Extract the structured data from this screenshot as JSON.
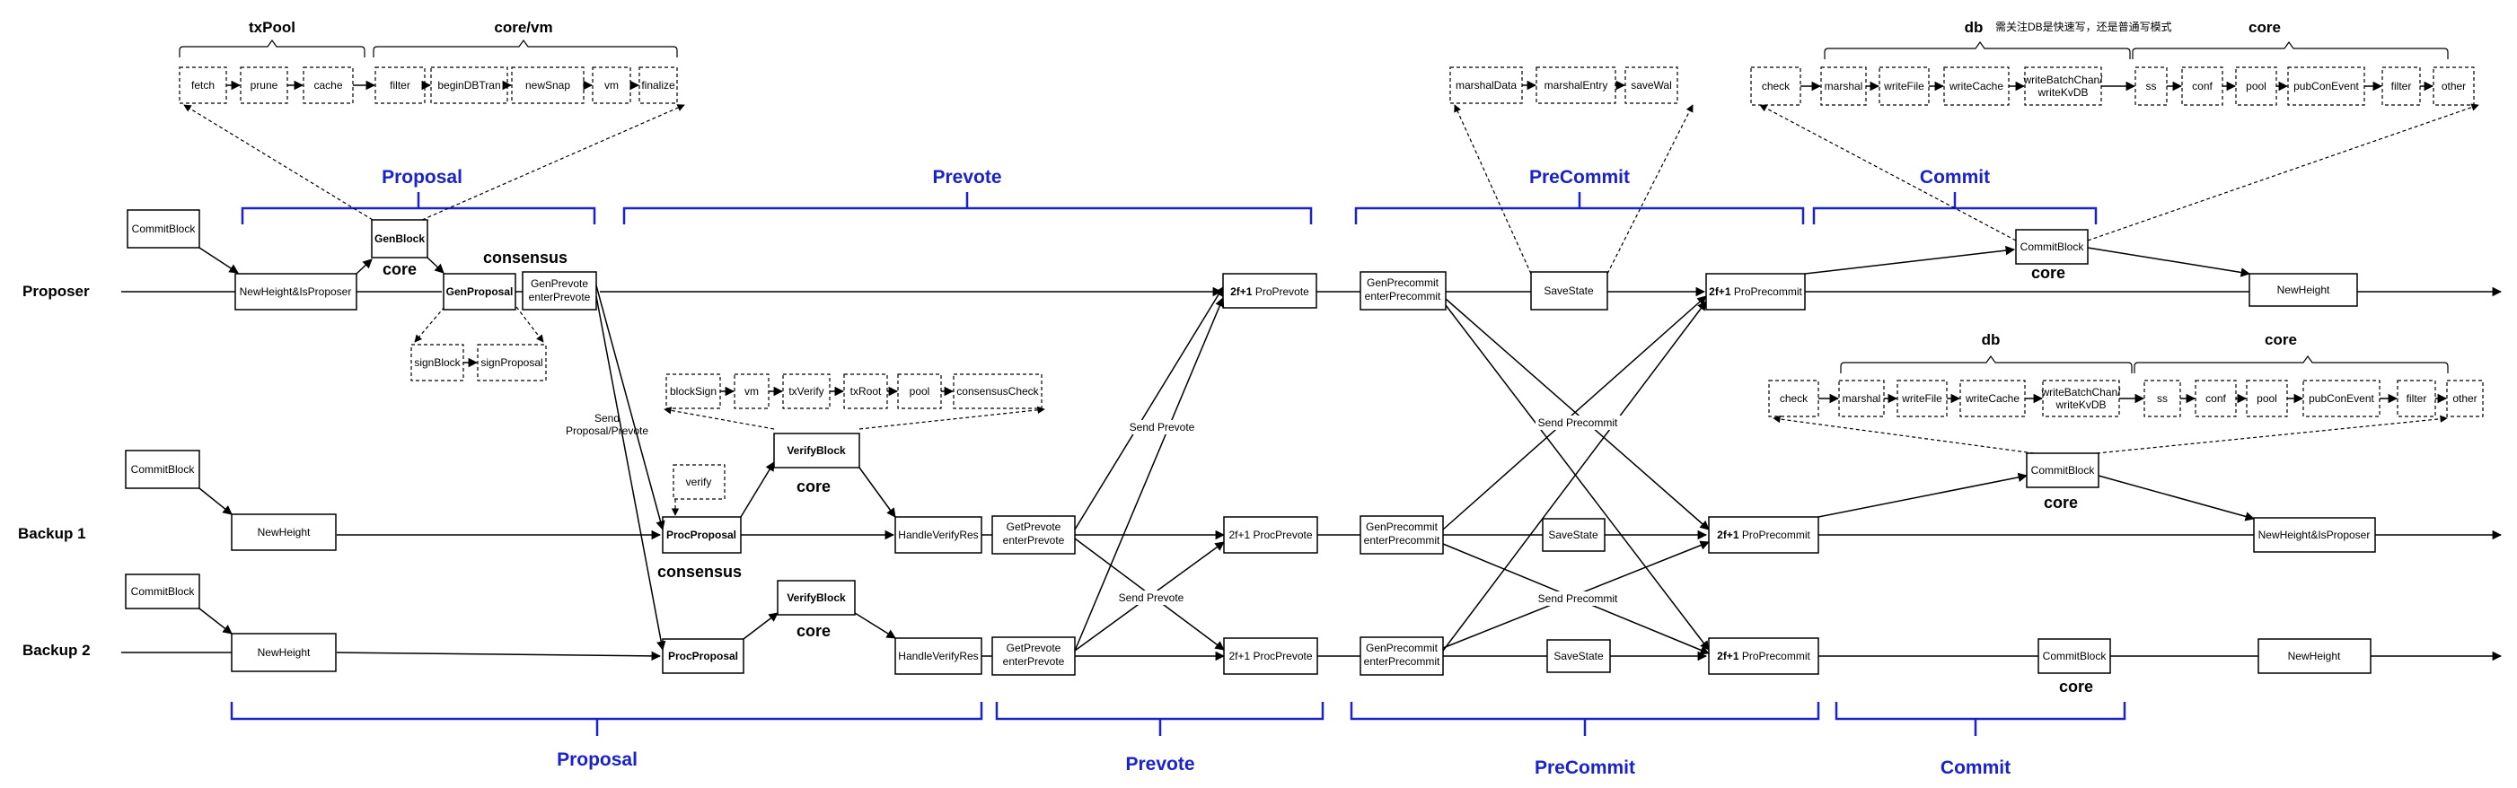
{
  "rows": {
    "proposer": "Proposer",
    "backup1": "Backup 1",
    "backup2": "Backup 2"
  },
  "phases": {
    "top_proposal": "Proposal",
    "top_prevote": "Prevote",
    "top_precommit": "PreCommit",
    "top_commit": "Commit",
    "bottom_proposal": "Proposal",
    "bottom_prevote": "Prevote",
    "bottom_precommit": "PreCommit",
    "bottom_commit": "Commit"
  },
  "groups": {
    "txpool": "txPool",
    "corevm": "core/vm",
    "db_top": "db",
    "db_note": "需关注DB是快速写，还是普通写模式",
    "core_top": "core",
    "db_mid": "db",
    "core_mid": "core"
  },
  "labels": {
    "core_genblock": "core",
    "consensus_top": "consensus",
    "core_verify1": "core",
    "consensus_b1": "consensus",
    "core_verify2": "core",
    "core_commit_p": "core",
    "core_commit_b1": "core",
    "core_commit_b2": "core"
  },
  "annotations": {
    "send_proposal": [
      "Send",
      "Proposal/Prevote"
    ],
    "send_prevote_1": "Send Prevote",
    "send_prevote_2": "Send Prevote",
    "send_precommit_1": "Send Precommit",
    "send_precommit_2": "Send Precommit"
  },
  "txpool_steps": [
    "fetch",
    "prune",
    "cache"
  ],
  "corevm_steps": [
    "filter",
    "beginDBTran",
    "newSnap",
    "vm",
    "finalize"
  ],
  "savestate_steps": [
    "marshalData",
    "marshalEntry",
    "saveWal"
  ],
  "commit_steps_top": [
    "check",
    "marshal",
    "writeFile",
    "writeCache",
    "writeBatchChan/ writeKvDB",
    "ss",
    "conf",
    "pool",
    "pubConEvent",
    "filter",
    "other"
  ],
  "commit_steps_mid": [
    "check",
    "marshal",
    "writeFile",
    "writeCache",
    "writeBatchChan/ writeKvDB",
    "ss",
    "conf",
    "pool",
    "pubConEvent",
    "filter",
    "other"
  ],
  "verify_steps": [
    "blockSign",
    "vm",
    "txVerify",
    "txRoot",
    "pool",
    "consensusCheck"
  ],
  "sign_steps": [
    "signBlock",
    "signProposal"
  ],
  "verify_small": "verify",
  "nodes": {
    "commitblock_p": "CommitBlock",
    "newheight_isproposer_p": "NewHeight&IsProposer",
    "genblock": "GenBlock",
    "genproposal": "GenProposal",
    "genprevote": "GenPrevote enterPrevote",
    "proprevote_bold": "2f+1",
    "proprevote_rest": " ProPrevote",
    "genprecommit_p": "GenPrecommit enterPrecommit",
    "savestate_p": "SaveState",
    "proprecommit_p_bold": "2f+1",
    "proprecommit_p_rest": " ProPrecommit",
    "commitblock_top": "CommitBlock",
    "newheight_p": "NewHeight",
    "commitblock_b1": "CommitBlock",
    "newheight_b1": "NewHeight",
    "procproposal_b1": "ProcProposal",
    "verifyblock_b1": "VerifyBlock",
    "handleverify_b1": "HandleVerifyRes",
    "getprevote_b1": "GetPrevote enterPrevote",
    "procprevote_b1": "2f+1 ProcPrevote",
    "genprecommit_b1": "GenPrecommit enterPrecommit",
    "savestate_b1": "SaveState",
    "proprecommit_b1_bold": "2f+1",
    "proprecommit_b1_rest": " ProPrecommit",
    "commitblock_mid": "CommitBlock",
    "newheight_isproposer_b1": "NewHeight&IsProposer",
    "commitblock_b2": "CommitBlock",
    "newheight_b2": "NewHeight",
    "procproposal_b2": "ProcProposal",
    "verifyblock_b2": "VerifyBlock",
    "handleverify_b2": "HandleVerifyRes",
    "getprevote_b2": "GetPrevote enterPrevote",
    "procprevote_b2": "2f+1 ProcPrevote",
    "genprecommit_b2": "GenPrecommit enterPrecommit",
    "savestate_b2": "SaveState",
    "proprecommit_b2_bold": "2f+1",
    "proprecommit_b2_rest": " ProPrecommit",
    "commitblock_b2_end": "CommitBlock",
    "newheight_b2_end": "NewHeight"
  },
  "colors": {
    "phase": "#1a22c9",
    "ink": "#000000"
  }
}
